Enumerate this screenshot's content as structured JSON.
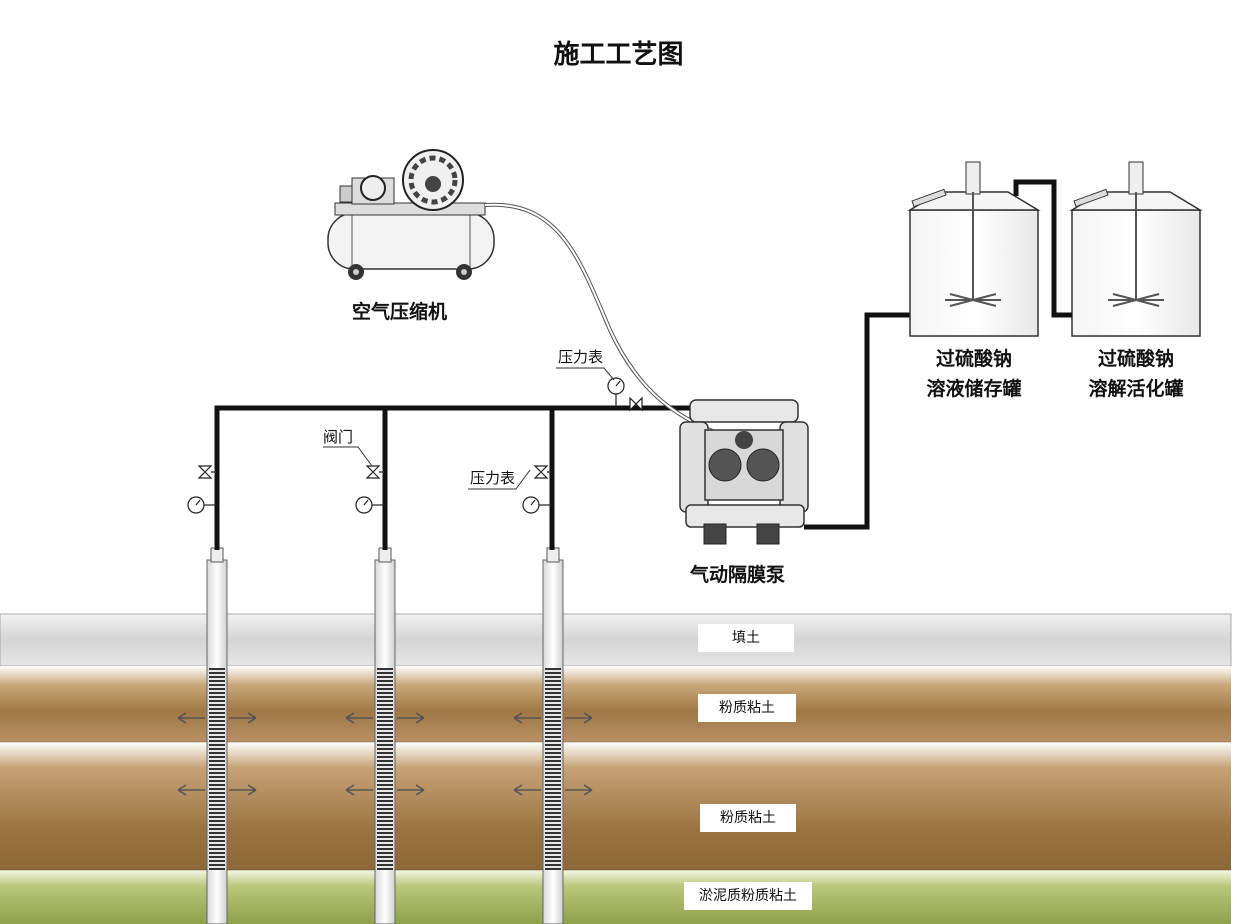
{
  "diagram": {
    "title": "施工工艺图",
    "equipment": {
      "compressor": "空气压缩机",
      "pump": "气动隔膜泵",
      "storage_tank": [
        "过硫酸钠",
        "溶液储存罐"
      ],
      "activation_tank": [
        "过硫酸钠",
        "溶解活化罐"
      ]
    },
    "annotations": {
      "gauge_main": "压力表",
      "valve": "阀门",
      "gauge_well": "压力表"
    },
    "soil_layers": [
      "填土",
      "粉质粘土",
      "粉质粘土",
      "淤泥质粉质粘土"
    ],
    "colors": {
      "pipe": "#111111",
      "fill_layer": "#d8d8d8",
      "silty_clay_upper": "#a07a45",
      "silty_clay_lower": "#9c7440",
      "mucky_layer": "#9aab55"
    }
  }
}
